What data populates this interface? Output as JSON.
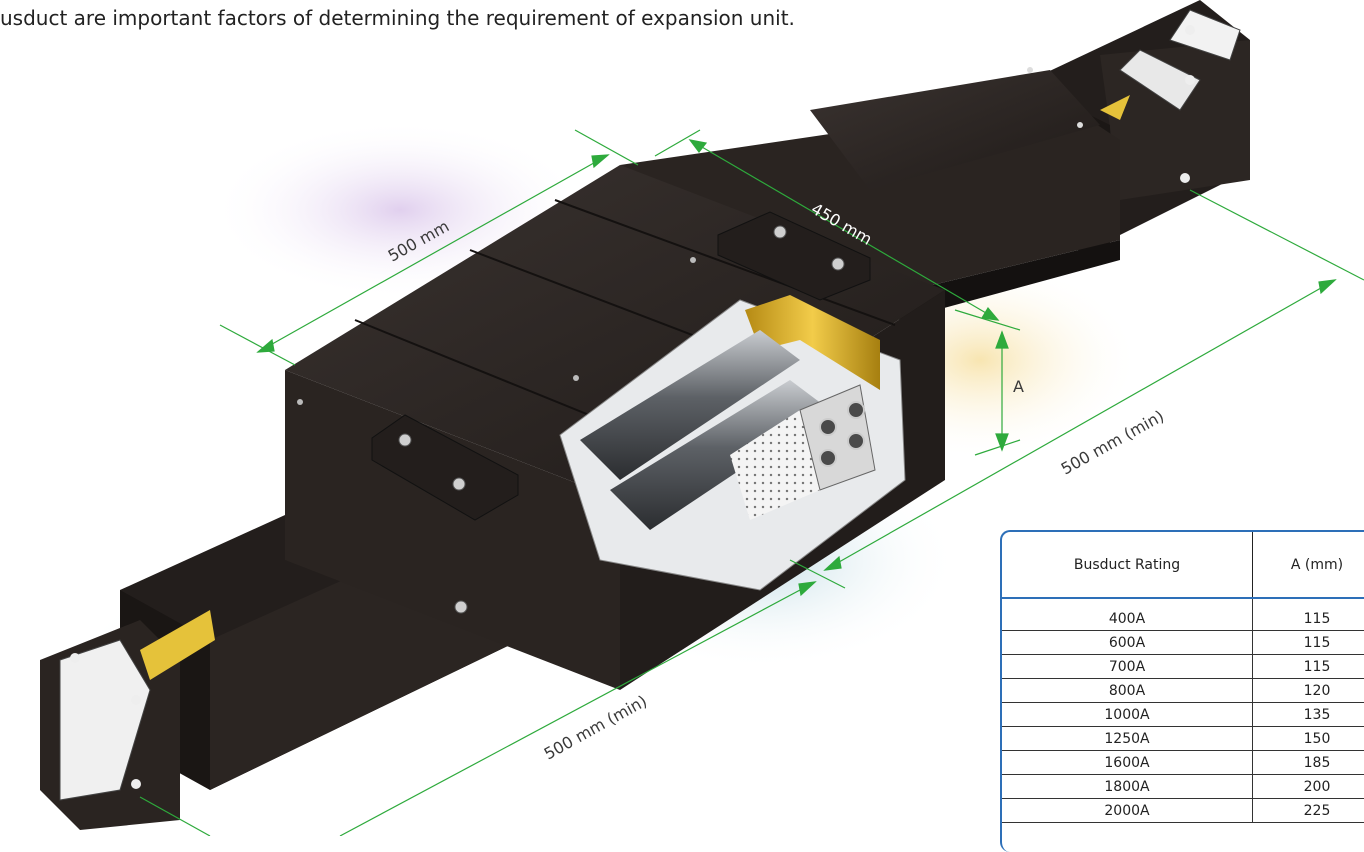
{
  "intro_text": "usduct are important factors of determining the requirement of expansion unit.",
  "dimensions": {
    "top_length": "500 mm",
    "top_width": "450 mm",
    "right_min": "500 mm (min)",
    "bottom_min": "500 mm (min)",
    "height_label": "A"
  },
  "table": {
    "headers": [
      "Busduct Rating",
      "A (mm)"
    ],
    "rows": [
      [
        "400A",
        "115"
      ],
      [
        "600A",
        "115"
      ],
      [
        "700A",
        "115"
      ],
      [
        "800A",
        "120"
      ],
      [
        "1000A",
        "135"
      ],
      [
        "1250A",
        "150"
      ],
      [
        "1600A",
        "185"
      ],
      [
        "1800A",
        "200"
      ],
      [
        "2000A",
        "225"
      ]
    ]
  },
  "colors": {
    "dimension_line": "#2eaa3c",
    "table_border": "#2d6fb8",
    "housing": "#2a2522",
    "copper": "#d6a928"
  }
}
